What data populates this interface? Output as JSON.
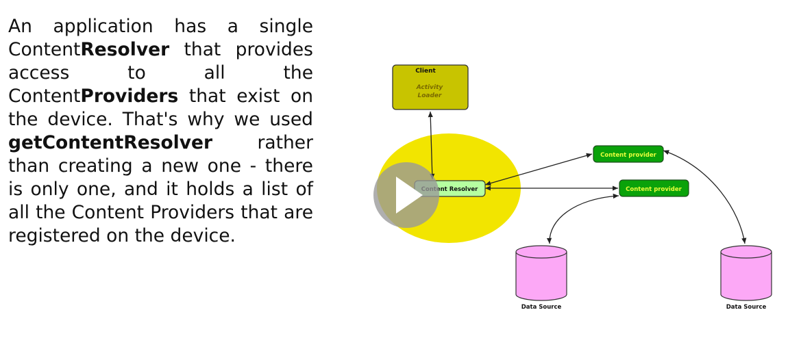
{
  "paragraph": {
    "s1": "An application has a single Content",
    "b1": "Resolver",
    "s2": " that provides access to all the Content",
    "b2": "Providers",
    "s3": " that exist on the device. That's why we used ",
    "b3": "getContentResolver",
    "s4": " rather than creating a new one - there is only one, and it holds a list of all the Content Providers that are registered on the device."
  },
  "diagram": {
    "client": {
      "title": "Client",
      "line1": "Activity",
      "line2": "Loader"
    },
    "resolver_label": "Content Resolver",
    "provider_1_label": "Content provider",
    "provider_2_label": "Content provider",
    "data_source_1_label": "Data Source",
    "data_source_2_label": "Data Source"
  },
  "colors": {
    "client_fill": "#c8c400",
    "highlight": "#f2e500",
    "resolver_fill": "#b6ffa0",
    "provider_fill": "#0aa20a",
    "provider_text": "#e9ff3c",
    "datasource_fill": "#fca8f6",
    "play_button": "#aaaaaa"
  },
  "video_overlay": {
    "icon": "play-icon"
  }
}
